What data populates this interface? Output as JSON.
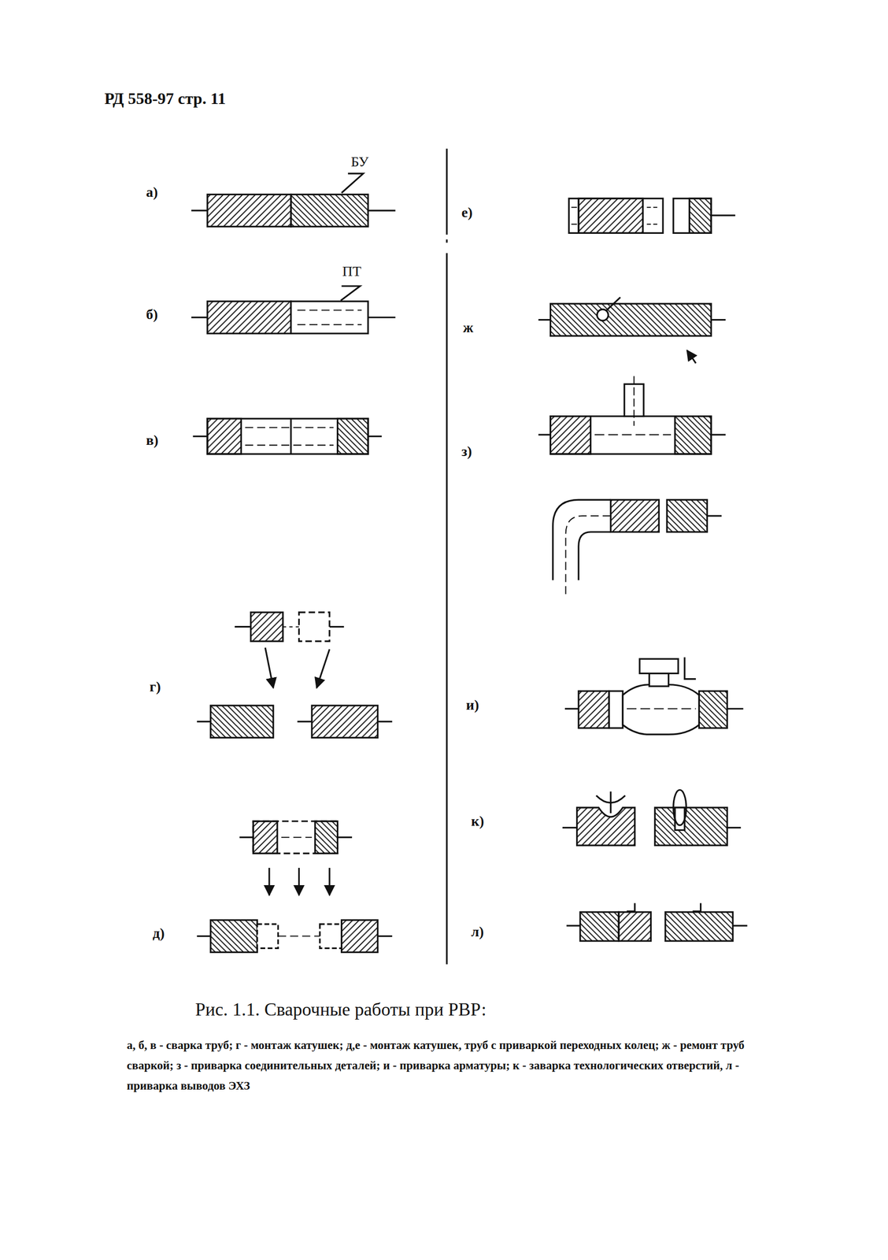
{
  "diagram": {
    "caption": "Рис. 1.1. Сварочные работы при РВР:",
    "labels": [
      "РД 558-97 стр. 11",
      "БУ",
      "ПТ",
      "а)",
      "б)",
      "в)",
      "г)",
      "д)",
      "е)",
      "ж",
      "з)",
      "и)",
      "к)",
      "л)",
      "а, б, в - сварка труб; г - монтаж катушек; д,е - монтаж катушек, труб с приваркой переходных колец; ж - ремонт труб сваркой; з - приварка соединительных деталей; и - приварка арматуры; к - заварка технологических отверстий, л - приварка выводов ЭХЗ"
    ]
  }
}
